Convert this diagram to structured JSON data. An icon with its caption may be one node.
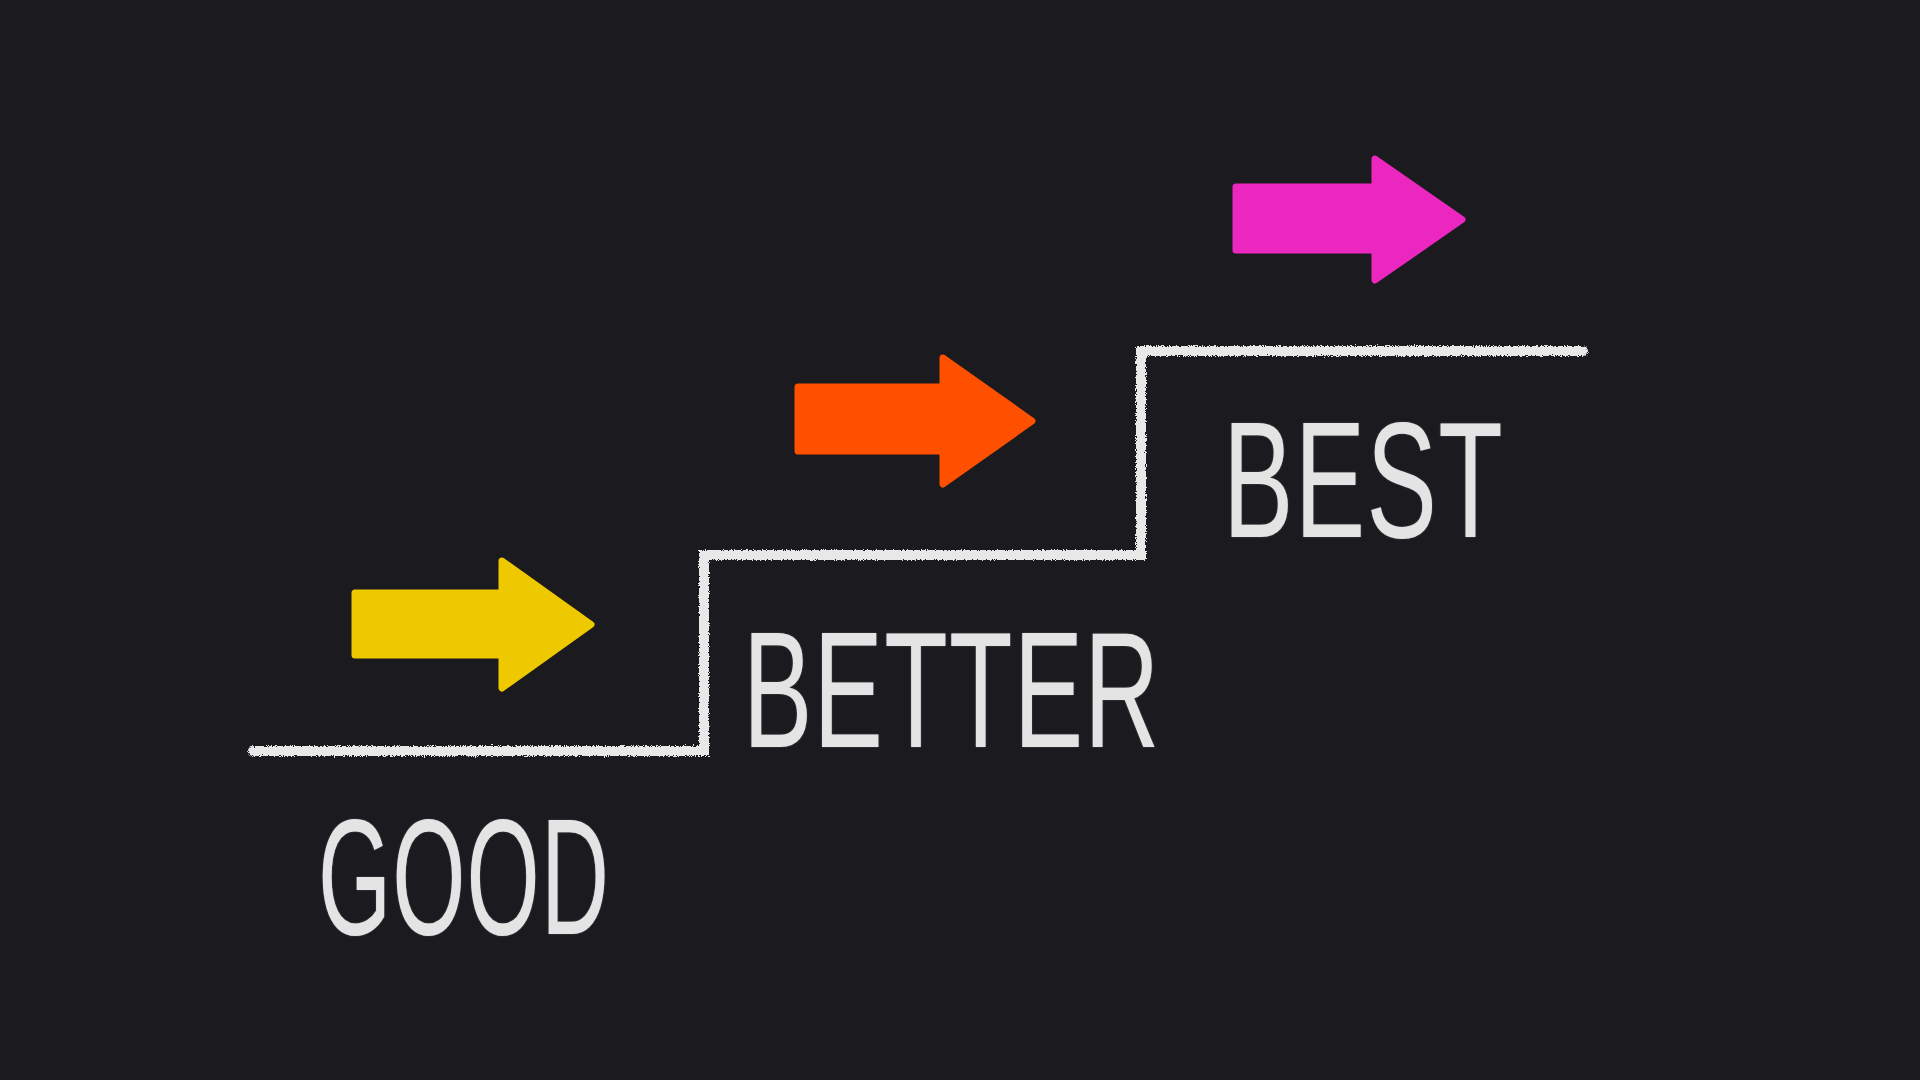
{
  "diagram": {
    "labels": [
      "GOOD",
      "BETTER",
      "BEST"
    ]
  }
}
